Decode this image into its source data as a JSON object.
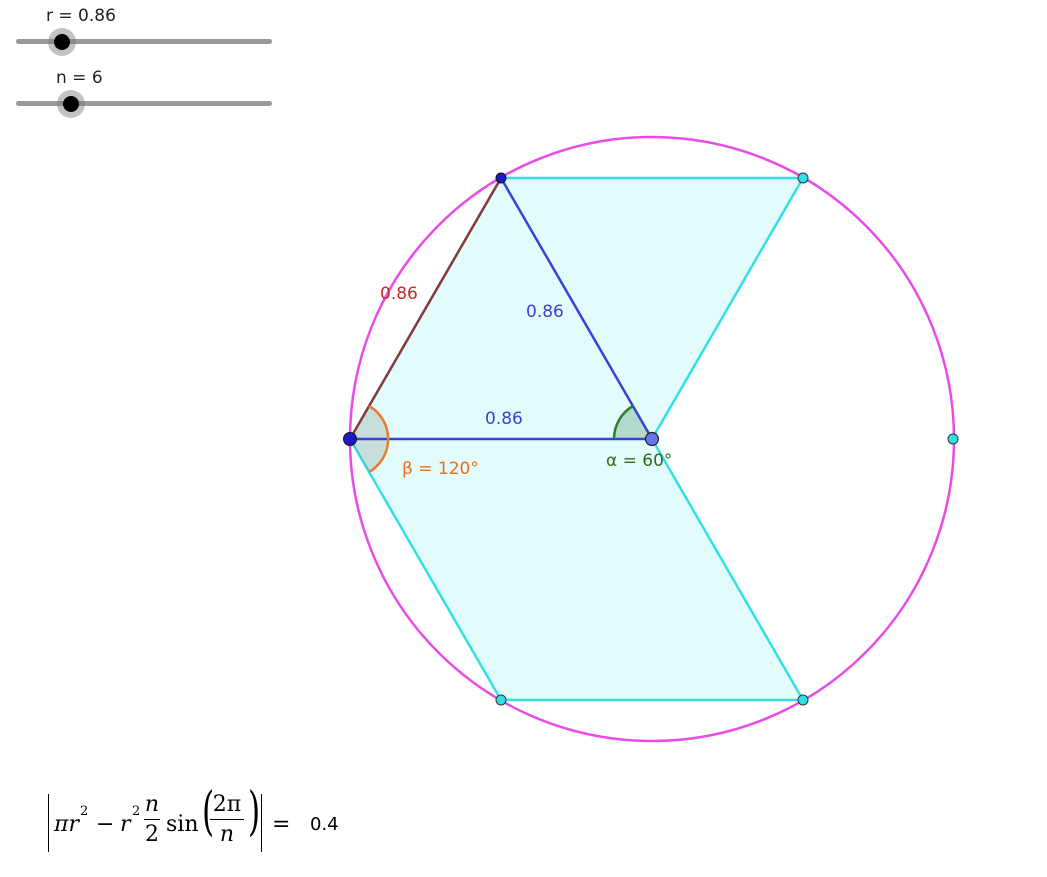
{
  "sliders": {
    "r": {
      "label": "r = 0.86",
      "value": 0.86
    },
    "n": {
      "label": "n = 6",
      "value": 6
    }
  },
  "diagram": {
    "colors": {
      "circle": "#e84be8",
      "polygon_stroke": "#2fe0e8",
      "polygon_fill": "#e2fbfb",
      "triangle_side_blue": "#3344dd",
      "triangle_side_red": "#8b3a3a",
      "vertex_dark": "#1a1acc",
      "vertex_cyan": "#2fe0e8",
      "alpha_arc": "#2e7d32",
      "beta_arc": "#ef7a2f"
    },
    "labels": {
      "side_left": "0.86",
      "side_slant": "0.86",
      "side_base": "0.86",
      "alpha": "α = 60°",
      "beta": "β = 120°"
    }
  },
  "formula": {
    "pi_r2": "πr",
    "sq": "2",
    "minus": "−",
    "r2": "r",
    "n_num": "n",
    "n_den": "2",
    "sin": "sin",
    "two_pi": "2π",
    "n_den2": "n",
    "equals": "=",
    "result": "0.4"
  }
}
